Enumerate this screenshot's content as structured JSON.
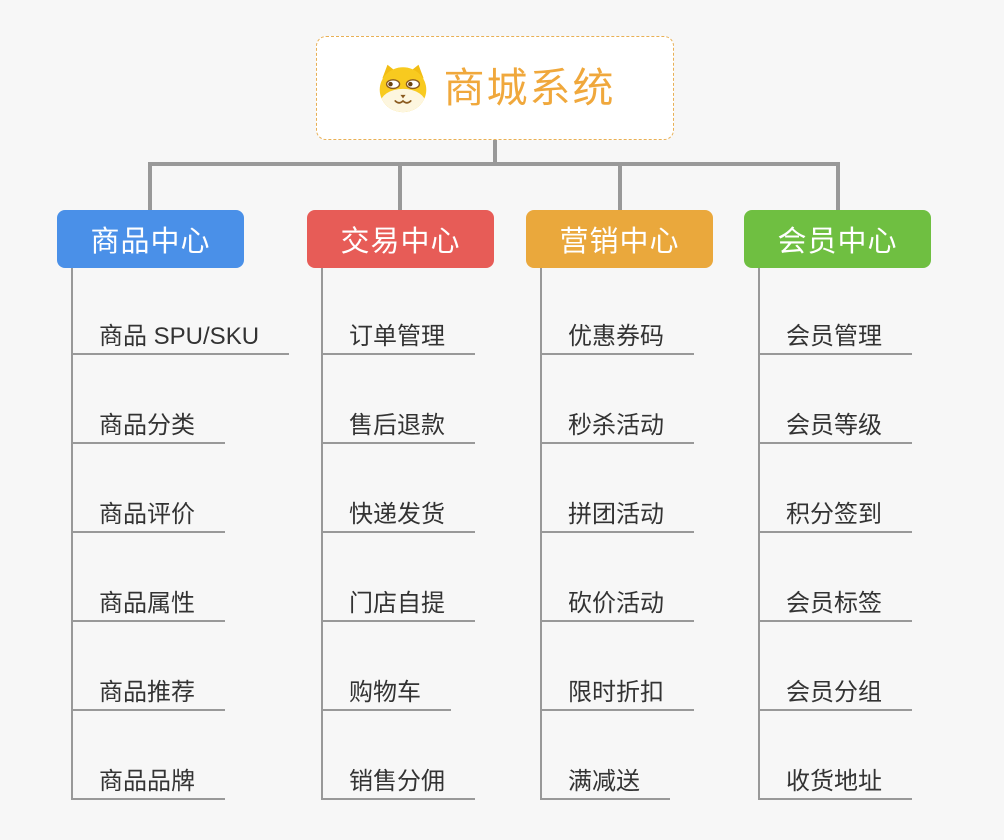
{
  "app": {
    "type": "mindmap-canvas"
  },
  "root": {
    "title": "商城系统",
    "icon": "shiba-dog-icon",
    "text_color": "#f0a83c",
    "border_color": "#e9b055",
    "background": "#ffffff"
  },
  "connector_color": "#999999",
  "item_text_color": "#333333",
  "canvas_background": "#f7f7f7",
  "branches": [
    {
      "label": "商品中心",
      "color": "#4a90e8",
      "items": [
        "商品 SPU/SKU",
        "商品分类",
        "商品评价",
        "商品属性",
        "商品推荐",
        "商品品牌"
      ]
    },
    {
      "label": "交易中心",
      "color": "#e75c57",
      "items": [
        "订单管理",
        "售后退款",
        "快递发货",
        "门店自提",
        "购物车",
        "销售分佣"
      ]
    },
    {
      "label": "营销中心",
      "color": "#eaa83c",
      "items": [
        "优惠券码",
        "秒杀活动",
        "拼团活动",
        "砍价活动",
        "限时折扣",
        "满减送"
      ]
    },
    {
      "label": "会员中心",
      "color": "#6fbf41",
      "items": [
        "会员管理",
        "会员等级",
        "积分签到",
        "会员标签",
        "会员分组",
        "收货地址"
      ]
    }
  ]
}
